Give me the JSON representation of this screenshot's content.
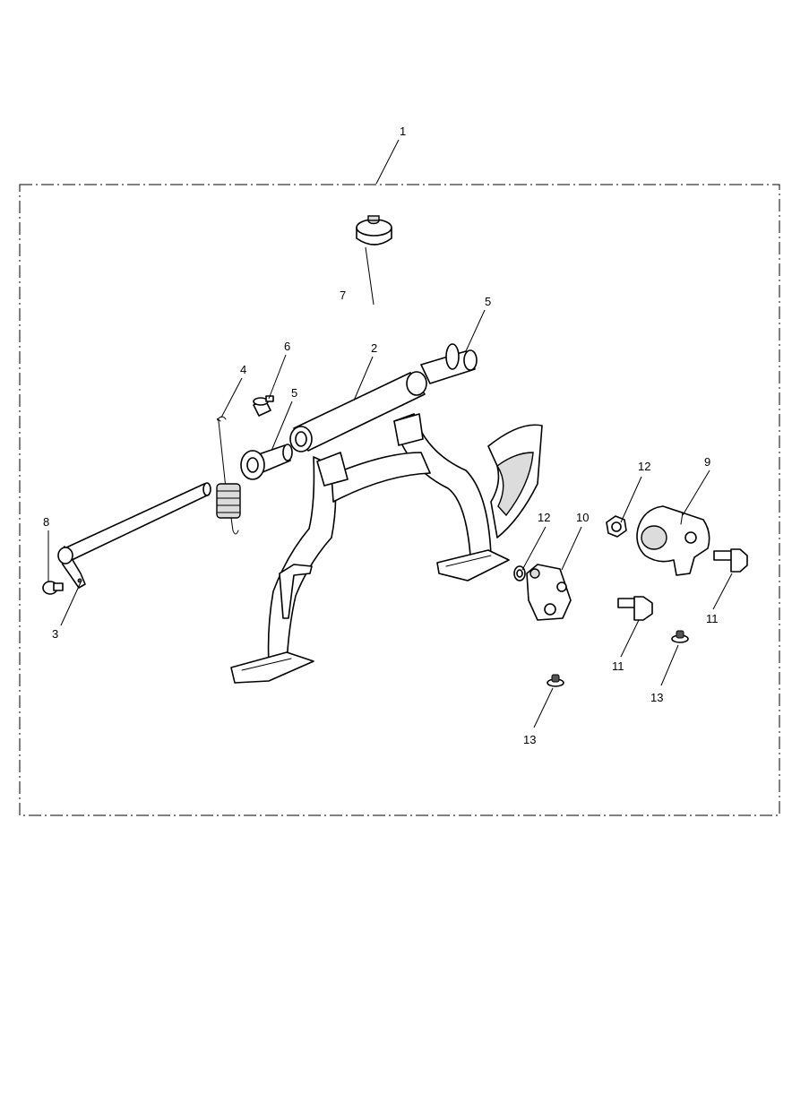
{
  "callouts": {
    "c1": "1",
    "c2": "2",
    "c3": "3",
    "c4": "4",
    "c5a": "5",
    "c5b": "5",
    "c6": "6",
    "c7": "7",
    "c8": "8",
    "c9": "9",
    "c10": "10",
    "c11a": "11",
    "c11b": "11",
    "c12a": "12",
    "c12b": "12",
    "c13a": "13",
    "c13b": "13"
  }
}
